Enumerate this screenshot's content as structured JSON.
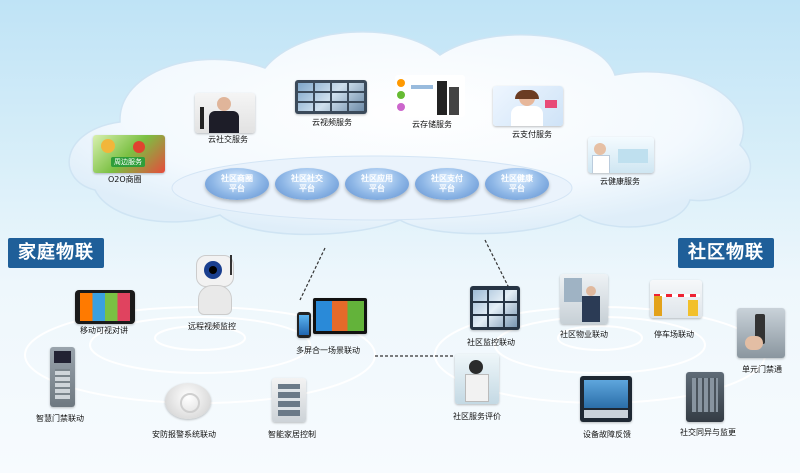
{
  "cloud": {
    "services": [
      {
        "id": "o2o",
        "label": "O2O商圈"
      },
      {
        "id": "social",
        "label": "云社交服务"
      },
      {
        "id": "video",
        "label": "云视频服务"
      },
      {
        "id": "storage",
        "label": "云存储服务"
      },
      {
        "id": "payment",
        "label": "云支付服务"
      },
      {
        "id": "health",
        "label": "云健康服务"
      }
    ],
    "platforms": [
      {
        "line1": "社区商圈",
        "line2": "平台"
      },
      {
        "line1": "社区社交",
        "line2": "平台"
      },
      {
        "line1": "社区应用",
        "line2": "平台"
      },
      {
        "line1": "社区支付",
        "line2": "平台"
      },
      {
        "line1": "社区健康",
        "line2": "平台"
      }
    ],
    "o2o_banner": "周边服务"
  },
  "home": {
    "title": "家庭物联",
    "nodes": [
      {
        "label": "移动可视对讲"
      },
      {
        "label": "远程视频监控"
      },
      {
        "label": "多屏合一场景联动"
      },
      {
        "label": "智慧门禁联动"
      },
      {
        "label": "安防报警系统联动"
      },
      {
        "label": "智能家居控制"
      }
    ]
  },
  "community": {
    "title": "社区物联",
    "nodes": [
      {
        "label": "社区监控联动"
      },
      {
        "label": "社区物业联动"
      },
      {
        "label": "停车场联动"
      },
      {
        "label": "单元门禁通"
      },
      {
        "label": "社区服务评价"
      },
      {
        "label": "设备故障反馈"
      },
      {
        "label": "社交同异与监更"
      }
    ]
  },
  "colors": {
    "title_bg": "#1f5f99",
    "ring": "#ffffff",
    "bubble": "#6f9ad6"
  }
}
